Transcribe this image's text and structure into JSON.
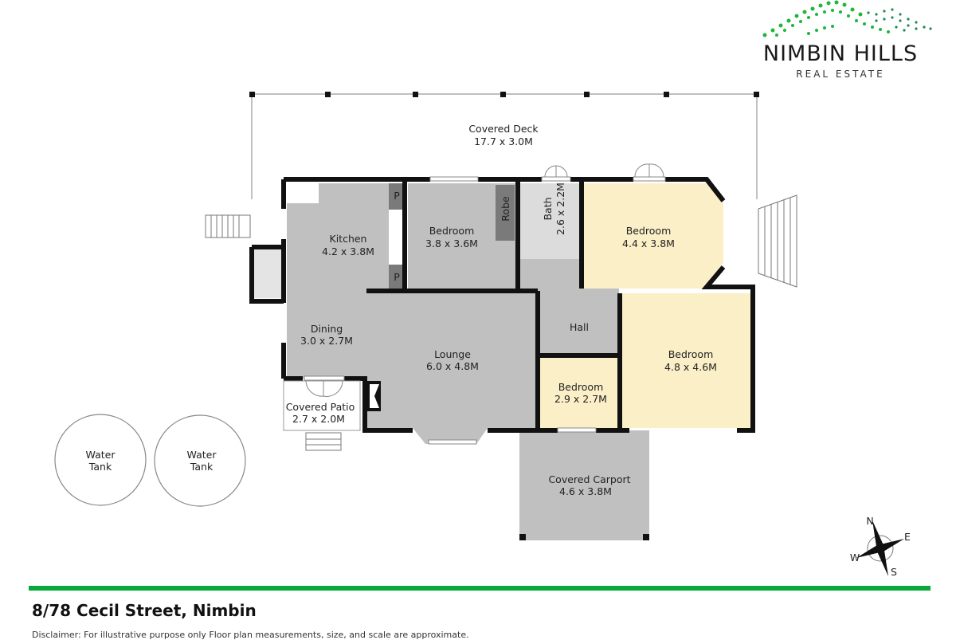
{
  "brand": {
    "name": "NIMBIN HILLS",
    "tagline": "REAL ESTATE",
    "accent_color": "#0aa83a"
  },
  "property": {
    "address": "8/78 Cecil Street, Nimbin",
    "disclaimer": "Disclaimer: For illustrative purpose only Floor plan measurements, size, and scale are approximate."
  },
  "rooms": {
    "covered_deck": {
      "name": "Covered Deck",
      "size": "17.7 x 3.0M"
    },
    "kitchen": {
      "name": "Kitchen",
      "size": "4.2 x 3.8M"
    },
    "bedroom1": {
      "name": "Bedroom",
      "size": "3.8 x 3.6M"
    },
    "robe": {
      "name": "Robe"
    },
    "bath": {
      "name": "Bath",
      "size": "2.6 x 2.2M"
    },
    "bedroom2": {
      "name": "Bedroom",
      "size": "4.4 x 3.8M"
    },
    "dining": {
      "name": "Dining",
      "size": "3.0 x 2.7M"
    },
    "lounge": {
      "name": "Lounge",
      "size": "6.0 x 4.8M"
    },
    "hall": {
      "name": "Hall"
    },
    "bedroom3": {
      "name": "Bedroom",
      "size": "4.8 x 4.6M"
    },
    "bedroom4": {
      "name": "Bedroom",
      "size": "2.9 x 2.7M"
    },
    "covered_patio": {
      "name": "Covered Patio",
      "size": "2.7 x 2.0M"
    },
    "covered_carport": {
      "name": "Covered Carport",
      "size": "4.6 x 3.8M"
    },
    "pantry_label": "P"
  },
  "tanks": [
    {
      "line1": "Water",
      "line2": "Tank"
    },
    {
      "line1": "Water",
      "line2": "Tank"
    }
  ],
  "compass": {
    "n": "N",
    "e": "E",
    "s": "S",
    "w": "W"
  },
  "colors": {
    "grey_room": "#c0c0c0",
    "yellow_room": "#fbefc8",
    "wall": "#111111",
    "robe": "#7a7a7a"
  }
}
